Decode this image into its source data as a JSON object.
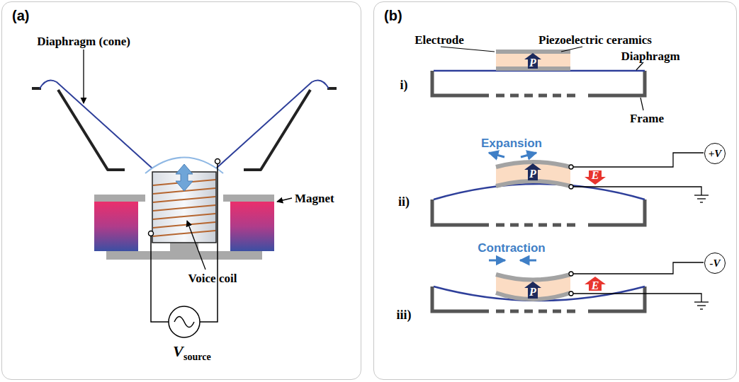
{
  "diagram": {
    "nodes": [
      {
        "text": [
          "(a)"
        ]
      },
      {
        "text": [
          "(b)"
        ]
      },
      {
        "text": [
          "+V"
        ],
        "in": 1
      },
      {
        "text": [
          "-V"
        ],
        "in": 1
      }
    ],
    "labels": [
      "Diaphragm (cone)",
      "Magnet",
      "Voice coil",
      "V",
      "source",
      "Electrode",
      "Piezoelectric ceramics",
      "Diaphragm",
      "Frame",
      "i)",
      "P",
      "Expansion",
      "P",
      "E",
      "ii)",
      "Contraction",
      "P",
      "E",
      "iii)"
    ]
  }
}
